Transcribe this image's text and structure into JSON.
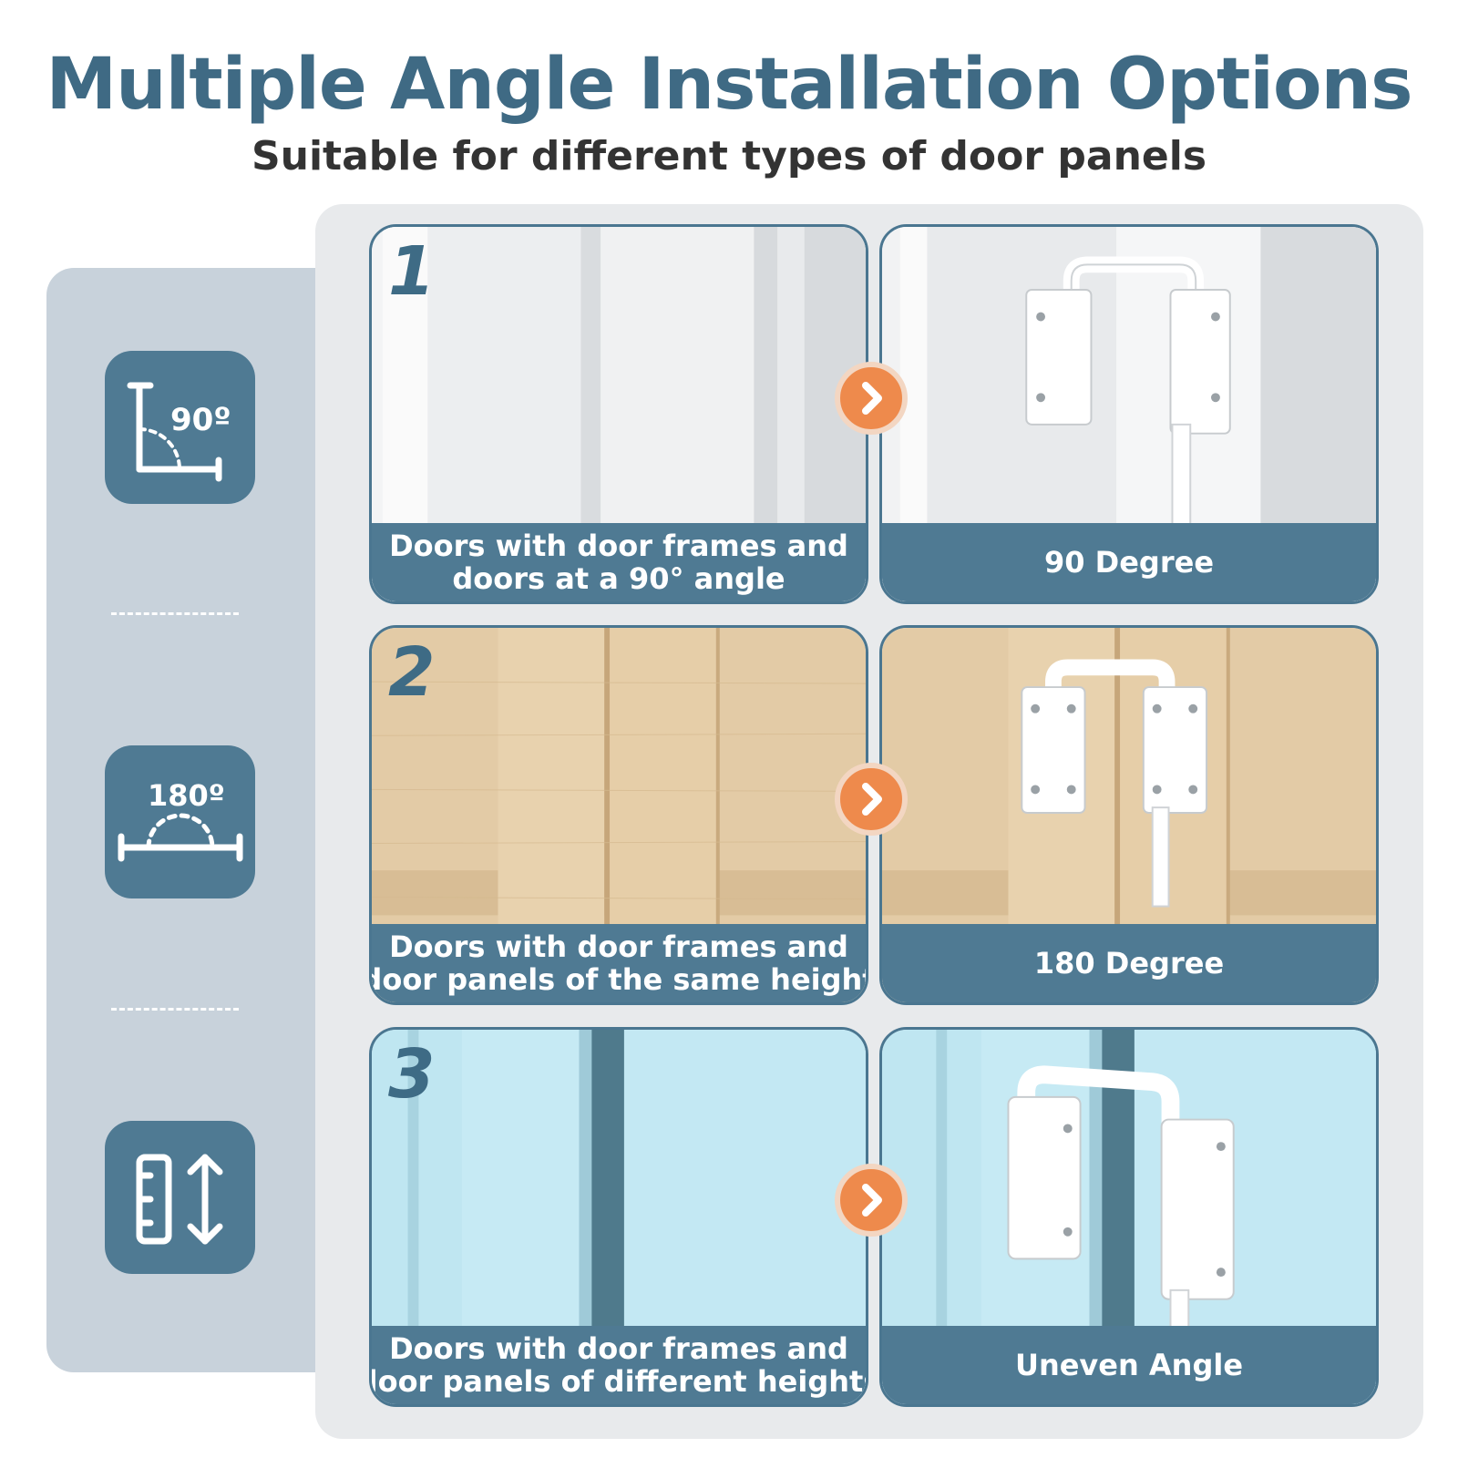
{
  "header": {
    "title": "Multiple Angle Installation Options",
    "subtitle": "Suitable for different types of door panels"
  },
  "side_icons": [
    {
      "icon": "right-angle-90-icon",
      "label": "90º"
    },
    {
      "icon": "straight-angle-180-icon",
      "label": "180º"
    },
    {
      "icon": "height-difference-icon",
      "label": ""
    }
  ],
  "rows": [
    {
      "number": "1",
      "before_caption": [
        "Doors with door frames and",
        "doors at a 90° angle"
      ],
      "after_caption": "90 Degree",
      "theme": "white"
    },
    {
      "number": "2",
      "before_caption": [
        "Doors with door frames and",
        "door panels of the same height"
      ],
      "after_caption": "180 Degree",
      "theme": "wood"
    },
    {
      "number": "3",
      "before_caption": [
        "Doors with door frames and",
        "door panels of different heights"
      ],
      "after_caption": "Uneven Angle",
      "theme": "blue"
    }
  ],
  "colors": {
    "title": "#3f6a84",
    "accent_blue": "#4f7a93",
    "arrow_orange": "#ee8a4c",
    "wood": "#e2c9a4",
    "light_blue": "#bfe6f1"
  }
}
